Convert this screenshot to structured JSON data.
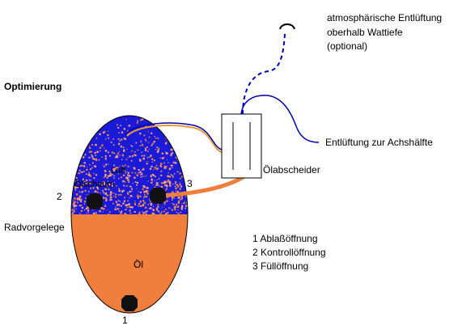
{
  "diagram": {
    "title": "Optimierung",
    "housing_label": "Radvorgelege",
    "oil_label": "Öl",
    "air_label": "Luft",
    "foam_label": "Ölschaum",
    "separator_label": "Ölabscheider",
    "vent_axle_label": "Entlüftung zur Achshälfte",
    "vent_atmo_lines": [
      "atmosphärische Entlüftung",
      "oberhalb Wattiefe",
      "(optional)"
    ],
    "port_numbers": [
      "1",
      "2",
      "3"
    ],
    "legend": [
      "1 Ablaßöffnung",
      "2 Kontrollöffnung",
      "3 Füllöffnung"
    ],
    "colors": {
      "air": "#1a1ad8",
      "oil": "#f07e3c",
      "foam": "#f0a07a",
      "port": "#111111",
      "pipe": "#f07e3c",
      "hose_blue": "#0000aa",
      "hose_orange": "#e89a3a"
    }
  }
}
